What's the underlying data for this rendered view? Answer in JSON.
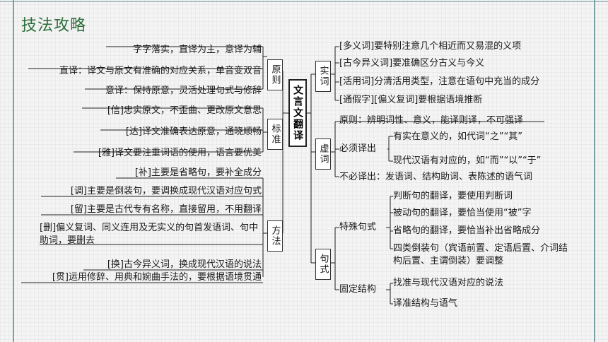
{
  "page_title": "技法攻略",
  "center": "文言文翻译",
  "left": {
    "principle": {
      "label": "原则",
      "items": [
        "字字落实，直译为主，意译为辅",
        "直译：译文与原文有准确的对应关系，单音变双音",
        "意译：保持原意，灵活处理句式与修辞"
      ]
    },
    "standard": {
      "label": "标准",
      "items": [
        "[信]忠实原文，不歪曲、更改原文意思",
        "[达]译文准确表达原意，通晓顺畅",
        "[雅]译文要注重词语的使用，语言要优美"
      ]
    },
    "method": {
      "label": "方法",
      "items": [
        "[补]主要是省略句，要补全成分",
        "[调]主要是倒装句，要调换成现代汉语对应句式",
        "[留]主要是古代专有名称，直接留用，不用翻译",
        "[删]偏义复词、同义连用及无实义的句首发语词、句中助词，要删去",
        "[换]古今异义词，换成现代汉语的说法",
        "[贯]运用修辞、用典和婉曲手法的，要根据语境贯通"
      ]
    }
  },
  "right": {
    "content_words": {
      "label": "实词",
      "items": [
        "[多义词]要特别注意几个相近而又易混的义项",
        "[古今异义词]要准确区分古义与今义",
        "[活用词]分清活用类型，注意在语句中充当的成分",
        "[通假字][偏义复词]要根据语境推断"
      ]
    },
    "function_words": {
      "label": "虚词",
      "principle": "原则：辨明词性、意义，能译则译，不可强译",
      "must_label": "必须译出",
      "must_items": [
        "有实在意义的，如代词“之”“其”",
        "现代汉语有对应的，如“而”“以”“于”"
      ],
      "no_need": "不必译出：发语词、结构助词、表陈述的语气词"
    },
    "sentences": {
      "label": "句式",
      "special_label": "特殊句式",
      "special_items": [
        "判断句的翻译，要使用判断词",
        "被动句的翻译，要恰当使用“被”字",
        "省略句的翻译，要恰当补出省略成分",
        "四类倒装句（宾语前置、定语后置、介词结构后置、主谓倒装）要调整"
      ],
      "fixed_label": "固定结构",
      "fixed_items": [
        "找准与现代汉语对应的说法",
        "译准结构与语气"
      ]
    }
  }
}
